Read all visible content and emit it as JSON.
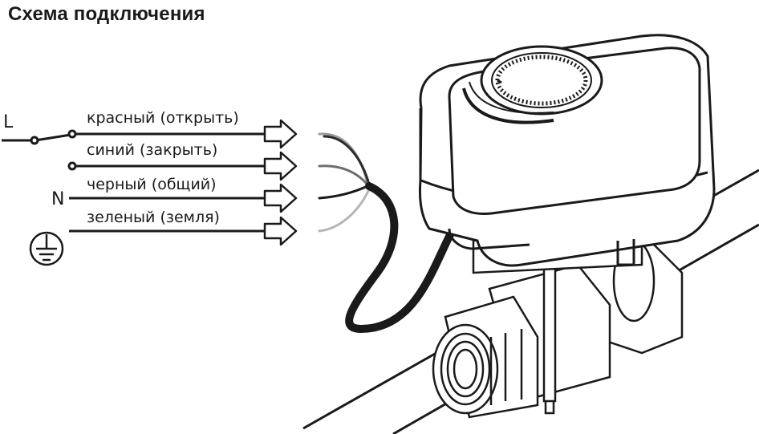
{
  "title": "Схема подключения",
  "terminals": {
    "line": "L",
    "neutral": "N"
  },
  "wires": [
    {
      "label": "красный (открыть)",
      "color": "#2b2b2b"
    },
    {
      "label": "синий (закрыть)",
      "color": "#6e6e6e"
    },
    {
      "label": "черный (общий)",
      "color": "#1a1a1a"
    },
    {
      "label": "зеленый (земля)",
      "color": "#b5b5b5"
    }
  ],
  "icons": [
    "ground-icon",
    "switch-icon",
    "arrow-icon",
    "valve-actuator-icon",
    "ball-valve-icon",
    "cable-icon",
    "pipe-icon"
  ]
}
